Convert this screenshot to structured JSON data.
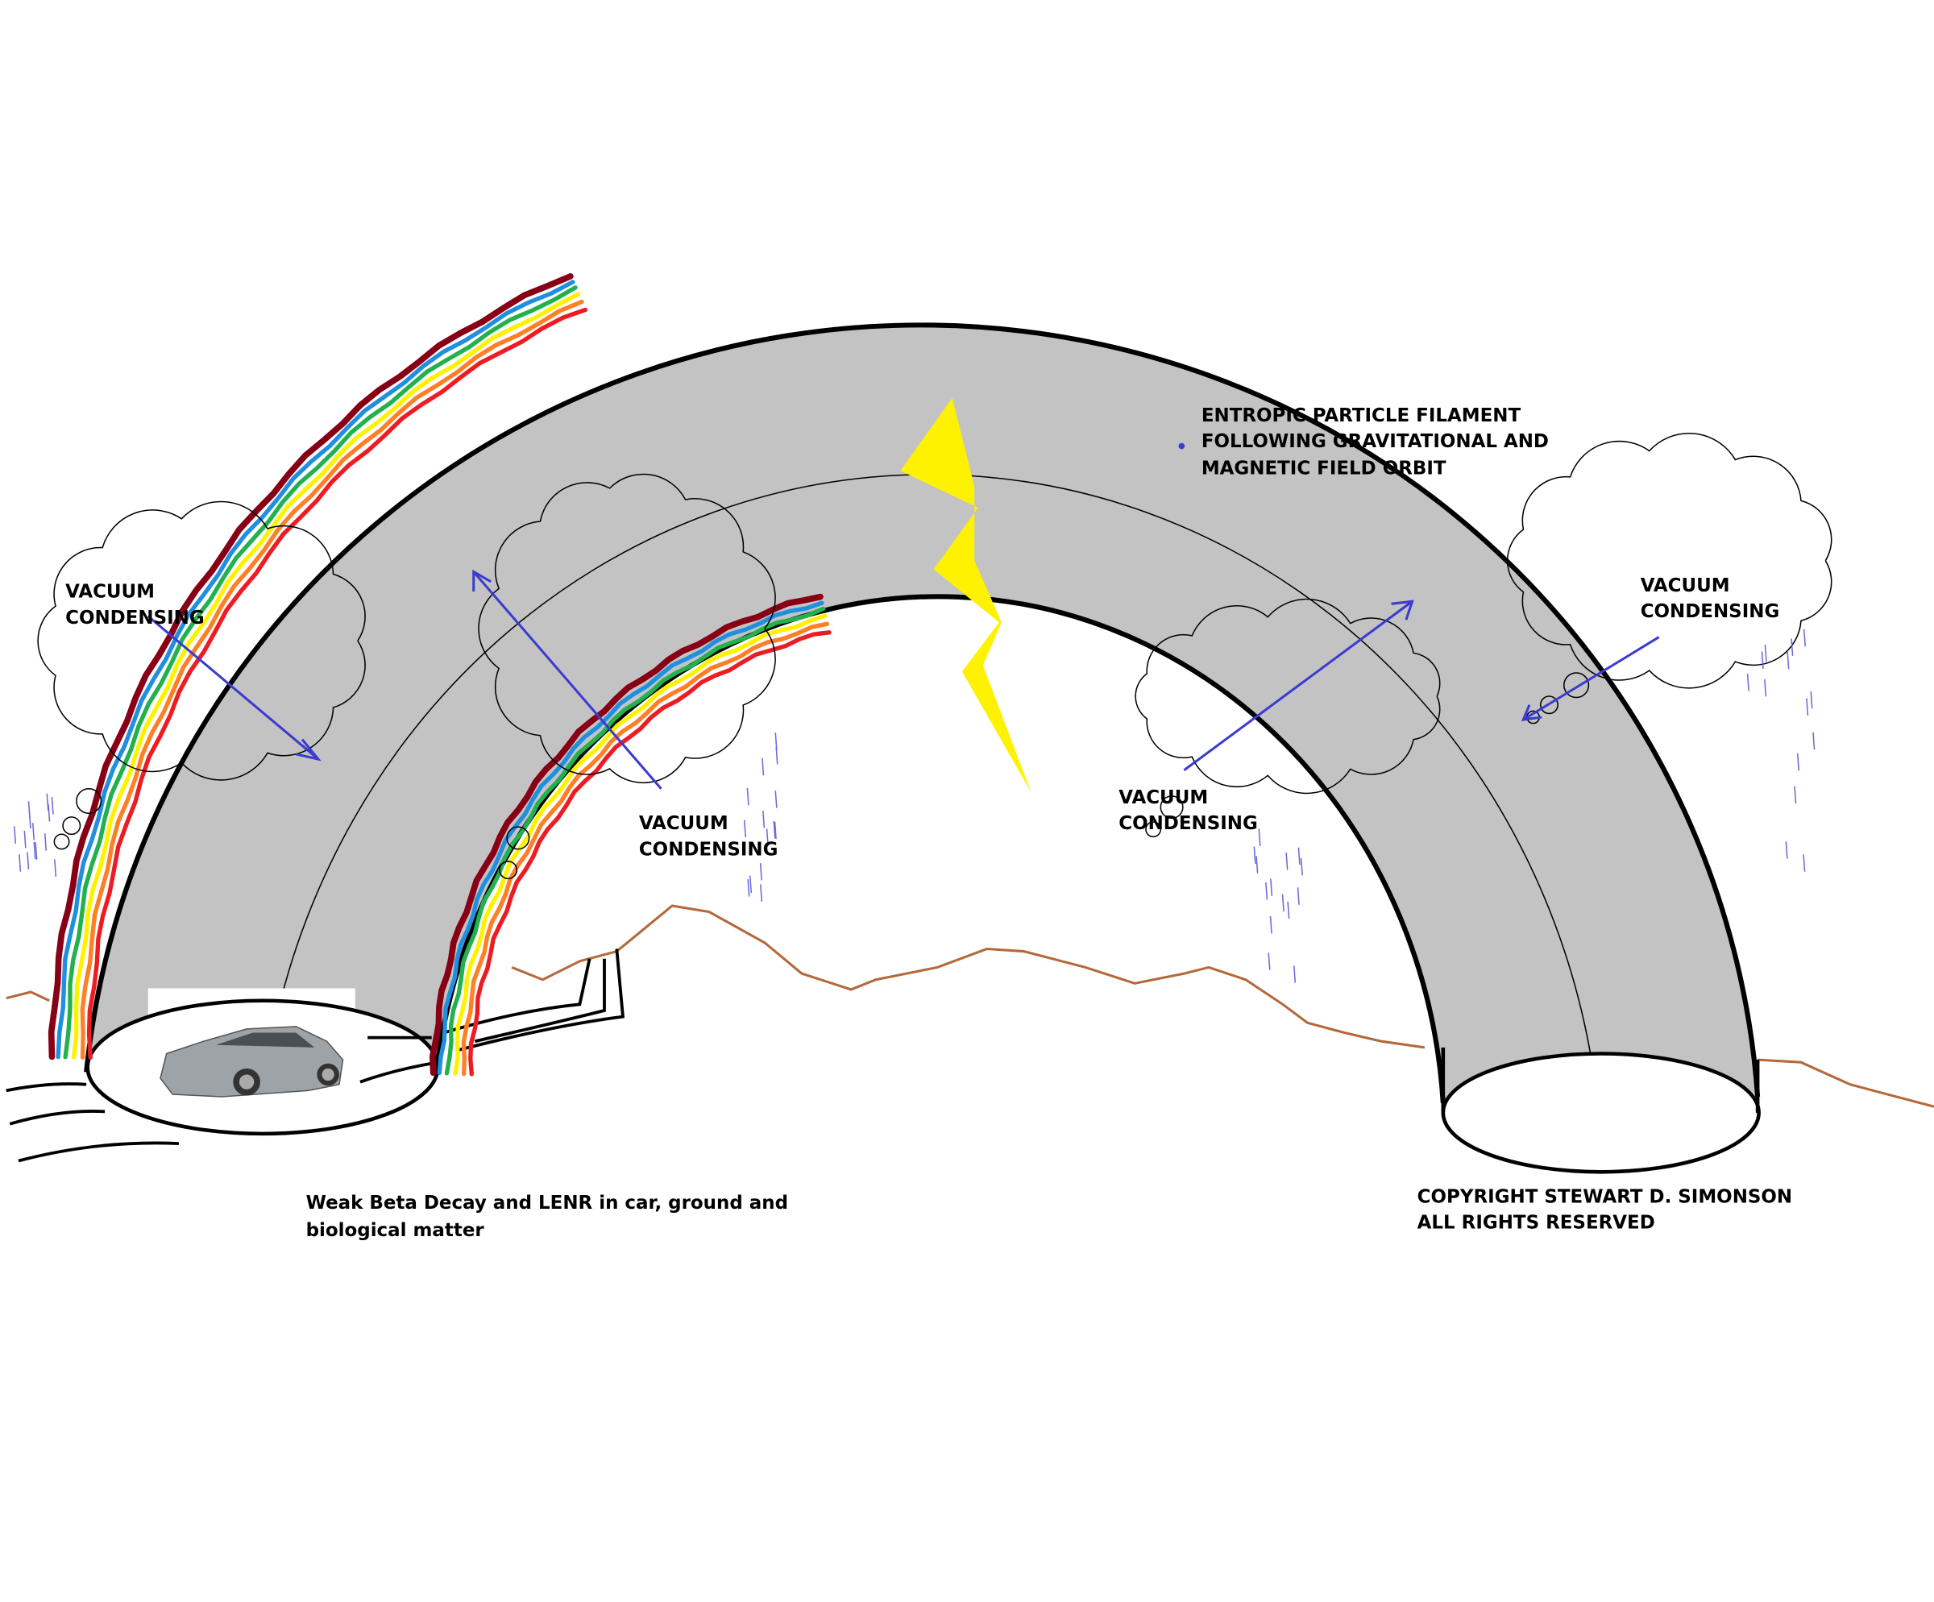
{
  "labels": {
    "vacuum_left": [
      "VACUUM",
      "CONDENSING"
    ],
    "vacuum_mid_left": [
      "VACUUM",
      "CONDENSING"
    ],
    "vacuum_mid_right": [
      "VACUUM",
      "CONDENSING"
    ],
    "vacuum_right": [
      "VACUUM",
      "CONDENSING"
    ],
    "filament": [
      "ENTROPIC PARTICLE FILAMENT",
      "FOLLOWING GRAVITATIONAL AND",
      "MAGNETIC FIELD ORBIT"
    ],
    "decay": [
      "Weak Beta Decay and LENR in car, ground and",
      "biological matter"
    ],
    "copyright": [
      "COPYRIGHT STEWART D. SIMONSON",
      "ALL RIGHTS RESERVED"
    ]
  },
  "colors": {
    "arch": "#c3c3c3",
    "arrow": "#3b3bd0",
    "lightning": "#fff200",
    "mountain": "#b5683a",
    "rainbow": [
      "#880015",
      "#1f8fe0",
      "#22b14c",
      "#fff200",
      "#ff7f27",
      "#ed1c24"
    ]
  }
}
